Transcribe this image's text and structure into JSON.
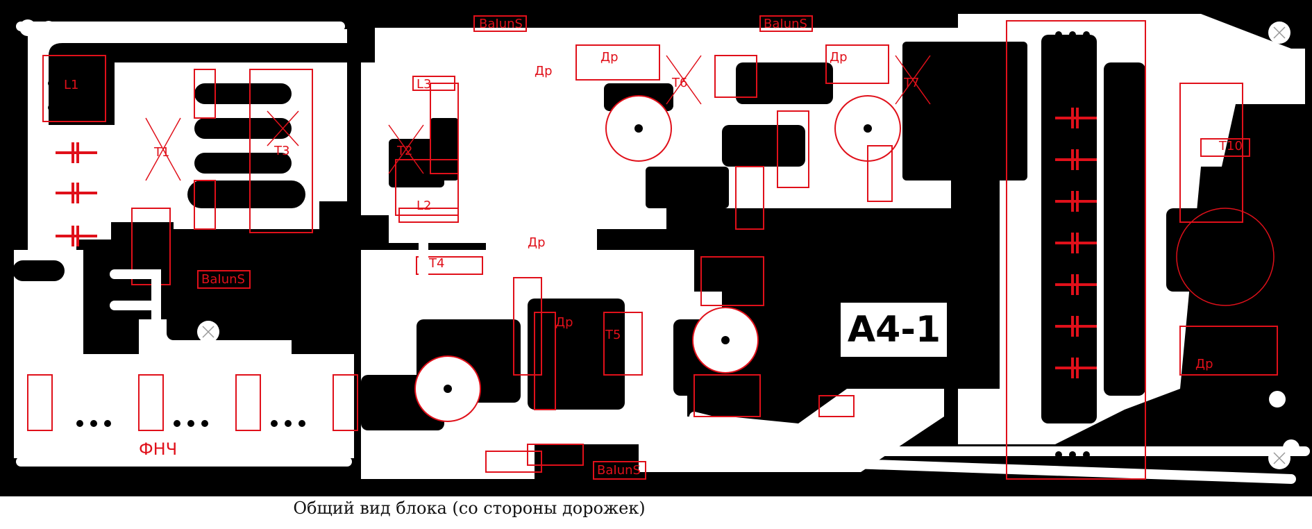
{
  "board": {
    "marker": "A4-1",
    "caption": "Общий вид блока (со стороны дорожек)",
    "filter_label": "ФНЧ"
  },
  "labels": {
    "l1": "L1",
    "l2": "L2",
    "l3": "L3",
    "t1": "T1",
    "t2": "T2",
    "t3": "T3",
    "t4": "T4",
    "t5": "T5",
    "t6": "T6",
    "t7": "T7",
    "t10": "T10",
    "choke": "Др",
    "balun": "BaIunS"
  },
  "colors": {
    "copper": "#000000",
    "substrate": "#ffffff",
    "silkscreen": "#e0101a"
  }
}
